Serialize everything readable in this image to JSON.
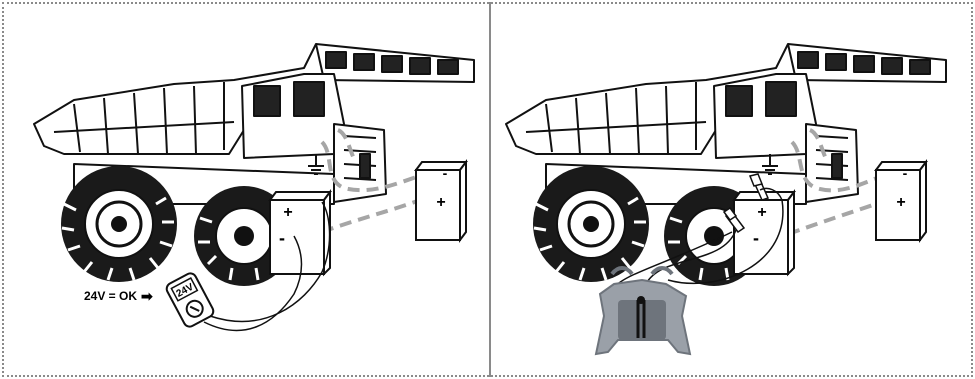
{
  "panels": [
    {
      "id": "left",
      "voltmeter_display": "24V",
      "check_label": "24V = OK",
      "arrow_glyph": "➡",
      "truck_battery": {
        "plus": "+",
        "minus": "-"
      },
      "external_battery": {
        "plus": "+",
        "minus": "-"
      }
    },
    {
      "id": "right",
      "truck_battery": {
        "plus": "+",
        "minus": "-"
      },
      "external_battery": {
        "plus": "+",
        "minus": "-"
      }
    }
  ],
  "colors": {
    "line": "#111111",
    "cable_dashed": "#a6a6a6",
    "starter_body": "#9aa0a8",
    "starter_dark": "#6e747c",
    "frame": "#8a8a8a"
  }
}
